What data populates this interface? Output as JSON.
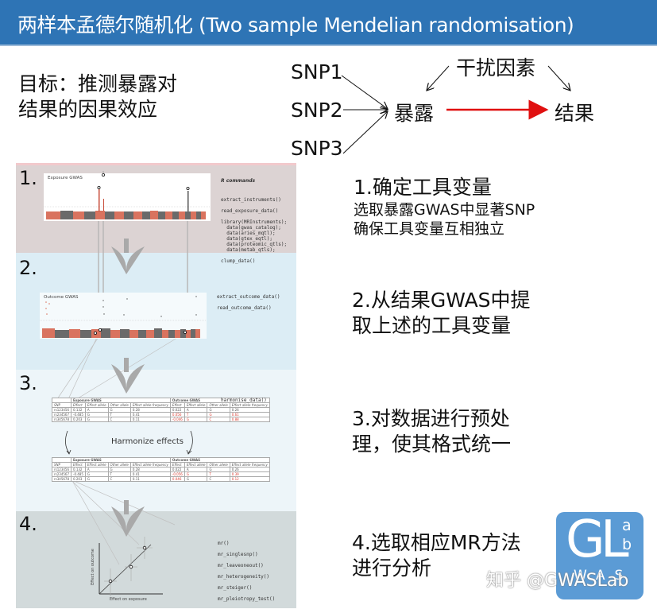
{
  "header": {
    "title": "两样本孟德尔随机化 (Two sample Mendelian randomisation)",
    "bg_color": "#2e74b5"
  },
  "goal": {
    "line1": "目标：推测暴露对",
    "line2": "结果的因果效应"
  },
  "causal_diagram": {
    "instruments": [
      "SNP1",
      "SNP2",
      "SNP3"
    ],
    "exposure": "暴露",
    "outcome": "结果",
    "confounder": "干扰因素",
    "causal_arrow_color": "#e01010"
  },
  "workflow": {
    "bands": [
      {
        "num": "1.",
        "color": "#dcd3d3"
      },
      {
        "num": "2.",
        "color": "#dcedf5"
      },
      {
        "num": "3.",
        "color": "#edf5f9"
      },
      {
        "num": "4.",
        "color": "#d2dadb"
      }
    ],
    "step1": {
      "plot_title": "Exposure GWAS",
      "commands_header": "R commands",
      "commands": "extract_instruments()\n\nread_exposure_data()\n\nlibrary(MRInstruments);\n  data(gwas_catalog);\n  data(aries_mqtl);\n  data(gtex_eqtl);\n  data(proteomic_qtls);\n  data(metab_qtls);\n\nclump_data()"
    },
    "step2": {
      "plot_title": "Outcome GWAS",
      "commands": "extract_outcome_data()\n\nread_outcome_data()"
    },
    "step3": {
      "commands": "harmonise_data()",
      "harmonize_label": "Harmonize effects",
      "group_headers": [
        "Exposure GWAS",
        "Outcome GWAS"
      ],
      "columns": [
        "SNP",
        "Effect",
        "Effect allele",
        "Other allele",
        "Effect allele frequency",
        "Effect",
        "Effect allele",
        "Other allele",
        "Effect allele frequency"
      ],
      "before_rows": [
        [
          "rs123456",
          "0.132",
          "A",
          "G",
          "0.28",
          "0.022",
          "A",
          "G",
          "0.26"
        ],
        [
          "rs234567",
          "-0.485",
          "G",
          "T",
          "0.41",
          "0.056",
          "T",
          "G",
          "0.61"
        ],
        [
          "rs345678",
          "0.203",
          "G",
          "C",
          "0.11",
          "-0.046",
          "G",
          "C",
          "0.88"
        ]
      ],
      "after_rows": [
        [
          "rs123456",
          "0.132",
          "A",
          "G",
          "0.28",
          "0.022",
          "A",
          "G",
          "0.26"
        ],
        [
          "rs234567",
          "-0.485",
          "G",
          "T",
          "0.41",
          "-0.056",
          "G",
          "T",
          "0.39"
        ],
        [
          "rs345678",
          "0.203",
          "G",
          "C",
          "0.11",
          "0.046",
          "G",
          "C",
          "0.12"
        ]
      ]
    },
    "step4": {
      "xlabel": "Effect on exposure",
      "ylabel": "Effect on outcome",
      "commands": "mr()\n\nmr_singlesnp()\n\nmr_leaveoneout()\n\nmr_heterogeneity()\n\nmr_steiger()\n\nmr_pleiotropy_test()"
    }
  },
  "steps": [
    {
      "title": "1.确定工具变量",
      "sub1": "选取暴露GWAS中显著SNP",
      "sub2": "确保工具变量互相独立"
    },
    {
      "line1": "2.从结果GWAS中提",
      "line2": "取上述的工具变量"
    },
    {
      "line1": "3.对数据进行预处",
      "line2": "理，使其格式统一"
    },
    {
      "line1": "4.选取相应MR方法",
      "line2": "进行分析"
    }
  ],
  "logo": {
    "G": "G",
    "L": "L",
    "a": "a",
    "b": "b",
    "was": "WAS",
    "color": "#5b9bd5"
  },
  "watermark": "知乎 @GWASLab"
}
